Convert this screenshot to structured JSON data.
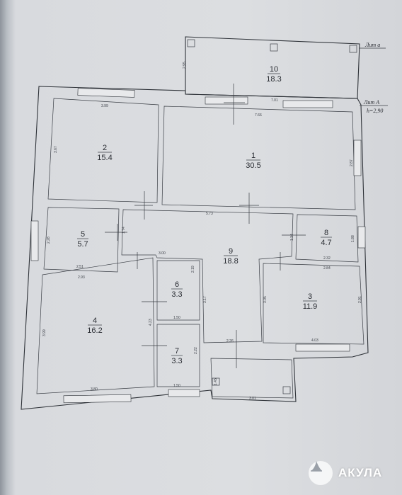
{
  "rooms": [
    {
      "id": "1",
      "area": "30.5"
    },
    {
      "id": "2",
      "area": "15.4"
    },
    {
      "id": "3",
      "area": "11.9"
    },
    {
      "id": "4",
      "area": "16.2"
    },
    {
      "id": "5",
      "area": "5.7"
    },
    {
      "id": "6",
      "area": "3.3"
    },
    {
      "id": "7",
      "area": "3.3"
    },
    {
      "id": "8",
      "area": "4.7"
    },
    {
      "id": "9",
      "area": "18.8"
    },
    {
      "id": "10",
      "area": "18.3"
    }
  ],
  "labels": {
    "lit_a_small": "Лит а",
    "lit_a_big": "Лит А",
    "height": "h=2,90"
  },
  "dimensions": {
    "d_10_left": "2.95",
    "d_10_bottom": "7.01",
    "d_2_top": "3.99",
    "d_2_left": "3.67",
    "d_1_top": "7.66",
    "d_1_right": "2.87",
    "d_9_top": "5.73",
    "d_5_left": "2.28",
    "d_5_right": "1.74",
    "d_5_bottom": "2.51",
    "d_9_left": "3.00",
    "d_8_left": "1.34",
    "d_8_right": "1.88",
    "d_8_bottom": "2.32",
    "d_3_top": "2.84",
    "d_4_top": "2.93",
    "d_6_left": "2.19",
    "d_9_mid": "3.17",
    "d_3_left": "3.05",
    "d_3_right": "2.91",
    "d_4_left": "3.99",
    "d_4_right": "4.23",
    "d_6_bottom": "1.50",
    "d_9_bottom": "2.26",
    "d_3_bottom": "4.03",
    "d_7_right": "2.22",
    "d_porch_left": "1.45",
    "d_4_bottom": "3.80",
    "d_7_bottom": "1.50",
    "d_porch_bottom": "3.01"
  },
  "watermark": {
    "brand": "АКУЛА",
    "icon": "shark-fin-icon"
  }
}
